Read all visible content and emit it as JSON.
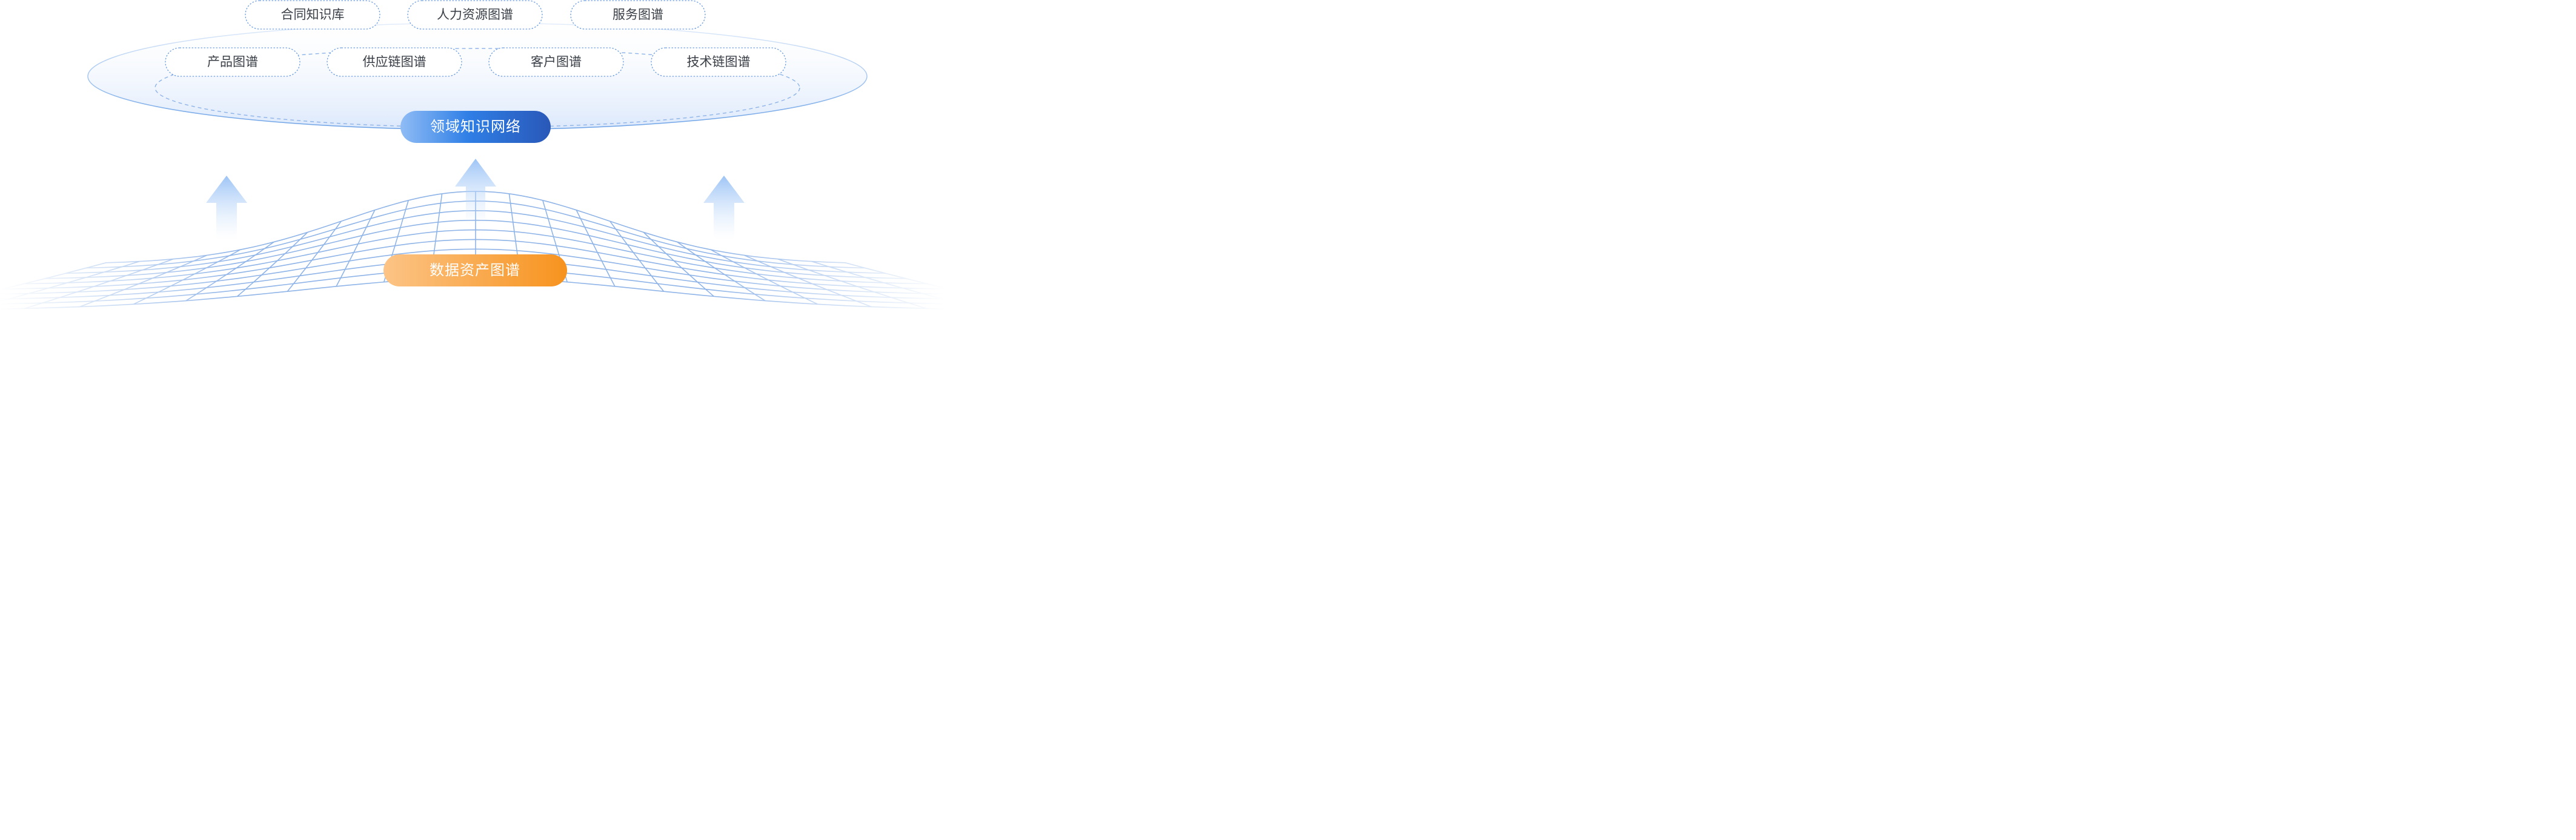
{
  "domain_network": {
    "label": "领域知识网络",
    "top_row": [
      {
        "label": "合同知识库"
      },
      {
        "label": "人力资源图谱"
      },
      {
        "label": "服务图谱"
      }
    ],
    "bottom_row": [
      {
        "label": "产品图谱"
      },
      {
        "label": "供应链图谱"
      },
      {
        "label": "客户图谱"
      },
      {
        "label": "技术链图谱"
      }
    ]
  },
  "data_assets": {
    "label": "数据资产图谱"
  },
  "colors": {
    "pill_border": "#6f9fe0",
    "domain_badge_start": "#8fbcf5",
    "domain_badge_mid": "#2f7fe6",
    "domain_badge_end": "#2958b8",
    "asset_badge_start": "#fcc486",
    "asset_badge_end": "#f7931e",
    "arrow": "#a9ccf7",
    "mesh": "#8fb4e8"
  }
}
